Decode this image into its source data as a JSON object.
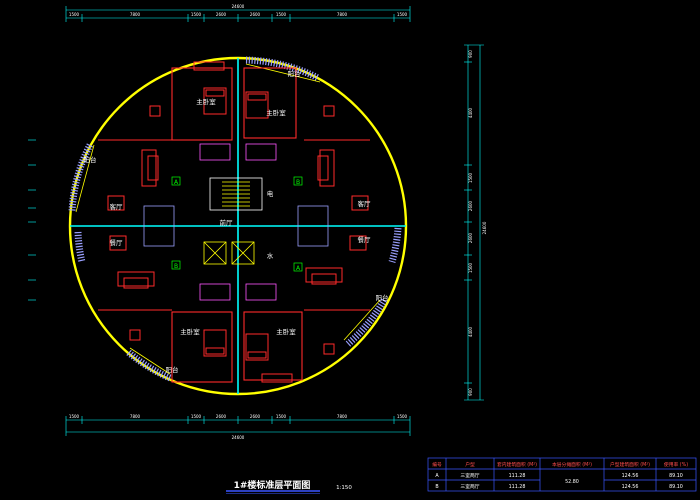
{
  "colors": {
    "background": "#000000",
    "outline": "#ffff00",
    "walls": "#ff2a2a",
    "furniture": "#ff2a2a",
    "stairs": "#ffff00",
    "dimension": "#00ffff",
    "text": "#ffffff",
    "elevator": "#ffff00",
    "table_border": "#3a56ff",
    "title_underline": "#3a56ff",
    "axis_tag": "#00ff00",
    "balcony_hatch": "#9aa0ff"
  },
  "dimensions": {
    "top_total": "24600",
    "top_segments": [
      "1500",
      "7800",
      "1500",
      "2600",
      "2600",
      "1500",
      "7800",
      "1500"
    ],
    "bottom_total": "24600",
    "bottom_segments": [
      "1500",
      "7800",
      "1500",
      "2600",
      "2600",
      "1500",
      "7800",
      "1500"
    ],
    "right_total": "24600",
    "right_segments": [
      "900",
      "4400",
      "1500",
      "2600",
      "2600",
      "1500",
      "4400",
      "900"
    ]
  },
  "rooms": {
    "master_bed_top": "主卧室",
    "second_bed_top": "主卧室",
    "balcony_top_right": "阳台",
    "balcony_left": "阳台",
    "living_left": "客厅",
    "dining_left": "餐厅",
    "corridor": "前厅",
    "living_right": "客厅",
    "dining_right": "餐厅",
    "master_bed_bottom": "主卧室",
    "second_bed_bottom": "主卧室",
    "balcony_bottom_right": "阳台",
    "balcony_bottom_left": "阳台",
    "elevator_label": "电",
    "water_label": "水"
  },
  "axis_tags": {
    "top_left": "A",
    "top_right": "B",
    "bottom_left": "B",
    "bottom_right": "A"
  },
  "drawing_title": "1#楼标准层平面图",
  "scale": "1:150",
  "area_table": {
    "headers": [
      "编号",
      "户型",
      "套内建筑面积 (M²)",
      "本层分摊面积 (M²)",
      "户型建筑面积 (M²)",
      "使用率 (%)"
    ],
    "rows": [
      [
        "A",
        "三室两厅",
        "111.28",
        "",
        "124.56",
        "89.10"
      ],
      [
        "B",
        "三室两厅",
        "111.28",
        "",
        "124.56",
        "89.10"
      ]
    ],
    "shared_area": "52.80"
  }
}
